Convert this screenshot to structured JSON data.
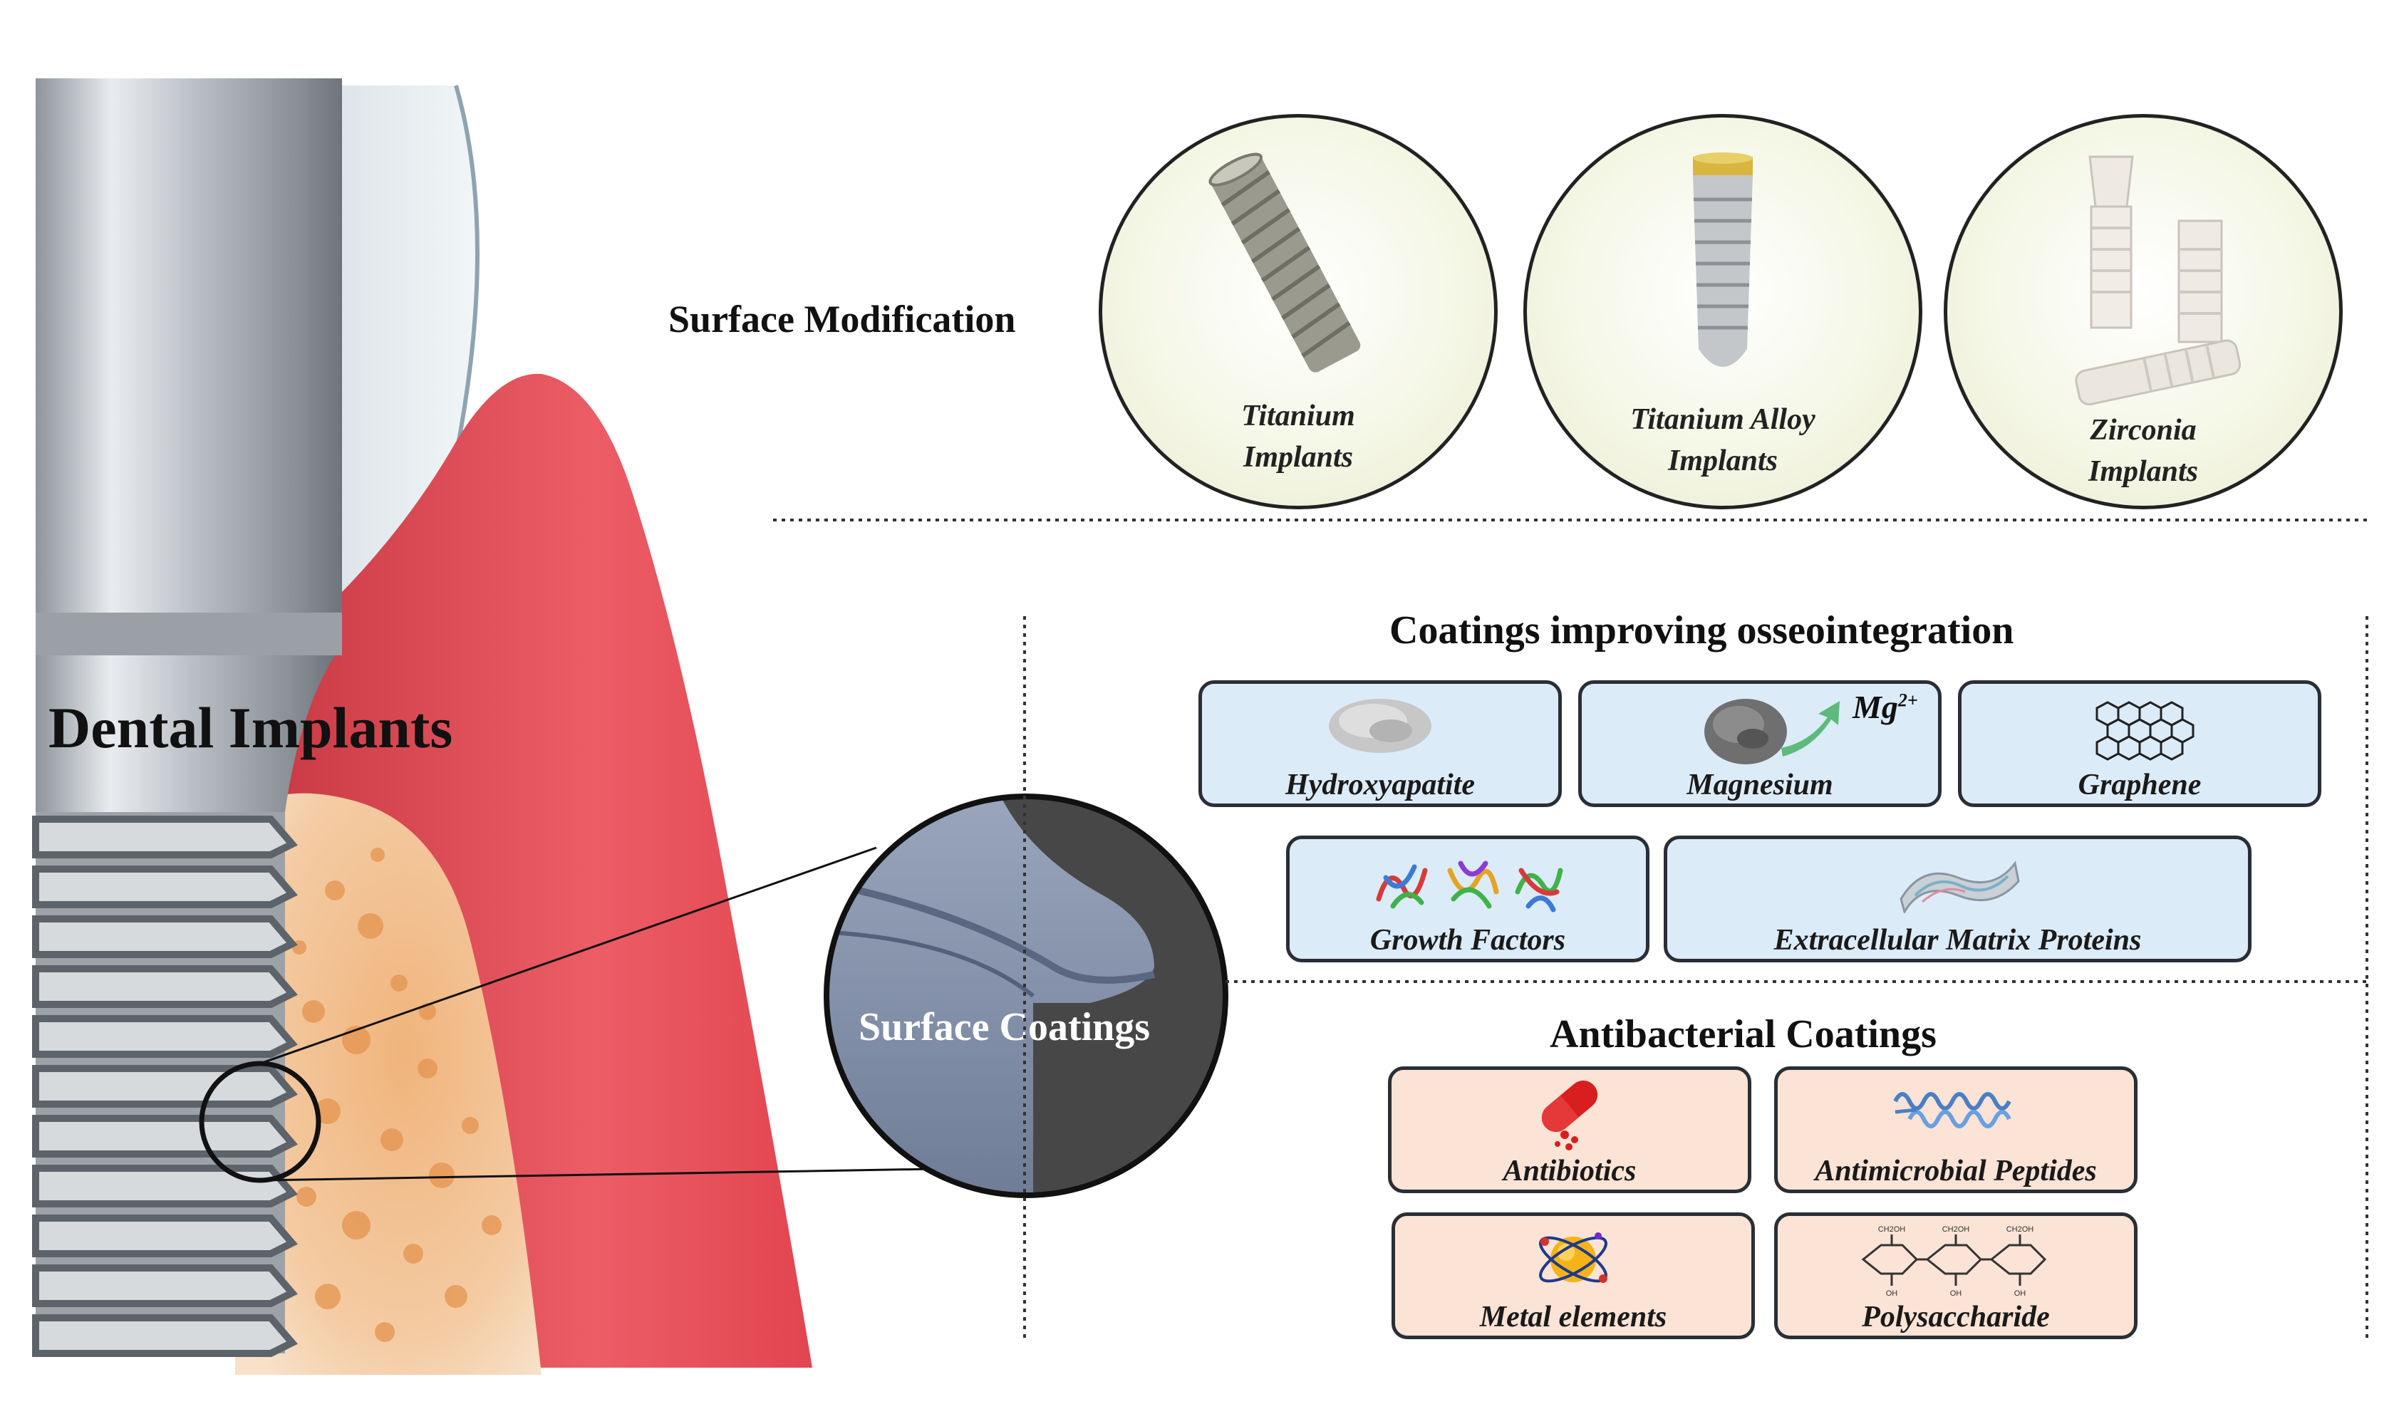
{
  "title": "Dental Implants",
  "surface_modification": {
    "heading": "Surface Modification",
    "circles": [
      {
        "line1": "Titanium",
        "line2": "Implants"
      },
      {
        "line1": "Titanium Alloy",
        "line2": "Implants"
      },
      {
        "line1": "Zirconia",
        "line2": "Implants"
      }
    ]
  },
  "surface_coatings_label": "Surface Coatings",
  "osseointegration": {
    "heading": "Coatings improving osseointegration",
    "items": [
      "Hydroxyapatite",
      "Magnesium",
      "Graphene",
      "Growth Factors",
      "Extracellular Matrix Proteins"
    ],
    "mg_ion_label": "Mg",
    "mg_ion_charge": "2+"
  },
  "antibacterial": {
    "heading": "Antibacterial Coatings",
    "items": [
      "Antibiotics",
      "Antimicrobial Peptides",
      "Metal elements",
      "Polysaccharide"
    ]
  },
  "polysaccharide_labels": [
    "CH2OH",
    "CH2OH",
    "CH2OH",
    "OH",
    "OH",
    "OH"
  ],
  "colors": {
    "gum": "#e8505a",
    "bone": "#f2c79a",
    "implant_metal": "#b9bec4",
    "card_blue": "#dcebf8",
    "card_pink": "#fbe3d6",
    "dark_circle": "#454545"
  }
}
